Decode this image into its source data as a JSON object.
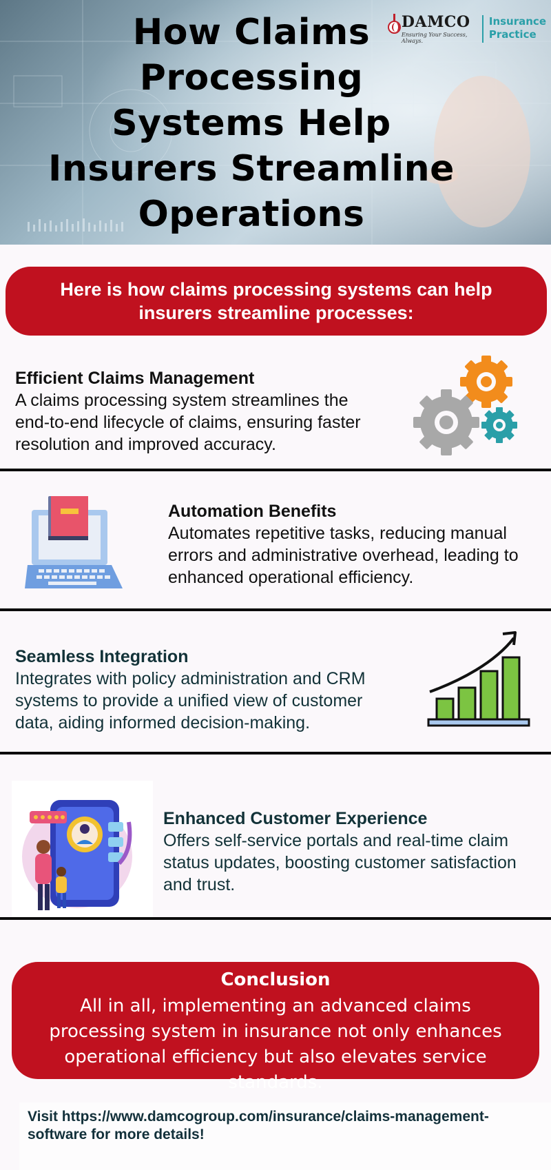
{
  "header": {
    "title": "How Claims Processing Systems Help Insurers Streamline Operations",
    "logo": {
      "name": "DAMCO",
      "tagline": "Ensuring Your Success, Always.",
      "practice_line1": "Insurance",
      "practice_line2": "Practice"
    }
  },
  "intro": {
    "text": "Here is how claims processing systems can help insurers streamline processes:"
  },
  "sections": [
    {
      "title": "Efficient Claims Management",
      "body": "A claims processing system streamlines the end-to-end lifecycle of claims, ensuring faster resolution and improved accuracy.",
      "icon": "gears-icon"
    },
    {
      "title": "Automation Benefits",
      "body": "Automates repetitive tasks, reducing manual errors and administrative overhead, leading to enhanced operational efficiency.",
      "icon": "laptop-book-icon"
    },
    {
      "title": "Seamless Integration",
      "body": "Integrates with policy administration and CRM systems to provide a unified view of customer data, aiding informed decision-making.",
      "icon": "growth-chart-icon"
    },
    {
      "title": "Enhanced Customer Experience",
      "body": "Offers self-service portals and real-time claim status updates, boosting customer satisfaction and trust.",
      "icon": "customer-portal-illustration"
    }
  ],
  "conclusion": {
    "title": "Conclusion",
    "body": "All in all, implementing an advanced claims processing system in insurance not only enhances operational efficiency but also elevates service standards."
  },
  "footer": {
    "text": "Visit https://www.damcogroup.com/insurance/claims-management-software for more details!"
  },
  "colors": {
    "brand_red": "#c0111f",
    "teal": "#2a9fa8",
    "gear_orange": "#f28c1c",
    "gear_gray": "#a8a8a8",
    "chart_green": "#7cc442"
  }
}
